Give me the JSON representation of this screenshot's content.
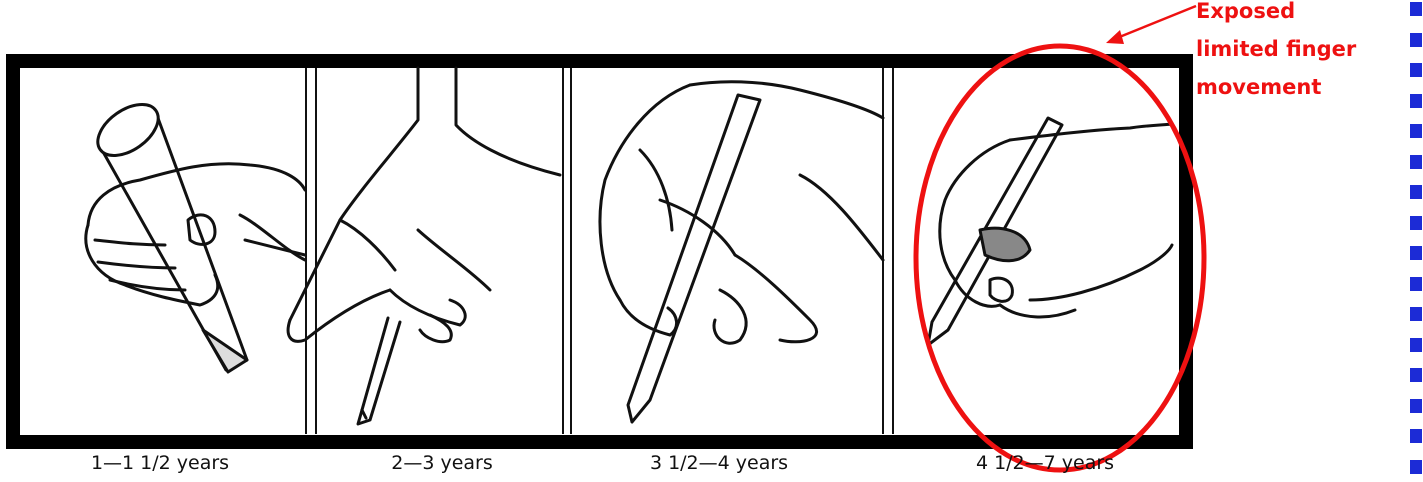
{
  "panels": [
    {
      "caption": "1—1 1/2 years",
      "grip": "fist"
    },
    {
      "caption": "2—3 years",
      "grip": "pronated"
    },
    {
      "caption": "3 1/2—4 years",
      "grip": "quadrupod"
    },
    {
      "caption": "4 1/2—7 years",
      "grip": "tripod"
    }
  ],
  "annotation": {
    "lines": [
      "Exposed",
      "limited finger",
      "movement"
    ],
    "color": "#ee1111"
  },
  "frame_color": "#000000",
  "edge_mark_color": "#1c2bd6",
  "edge_mark_count": 16
}
